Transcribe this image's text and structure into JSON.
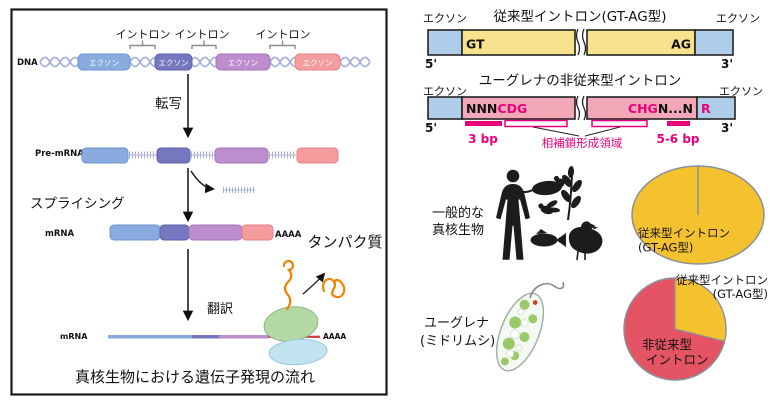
{
  "figure": {
    "left": {
      "dna": "DNA",
      "exon": "エクソン",
      "intron": "イントロン",
      "transcription": "転写",
      "pre_mrna": "Pre-mRNA",
      "splicing": "スプライシング",
      "mrna": "mRNA",
      "poly_a": "AAAA",
      "protein": "タンパク質",
      "translation": "翻訳",
      "caption": "真核生物における遺伝子発現の流れ"
    },
    "right": {
      "conventional_title": "従来型イントロン(GT-AG型)",
      "nonconventional_title": "ユーグレナの非従来型イントロン",
      "exon": "エクソン",
      "gt": "GT",
      "ag": "AG",
      "five_prime": "5'",
      "three_prime": "3'",
      "seq_left_black": "NNN",
      "seq_left_magenta": "CDG",
      "seq_right_magenta": "CHG",
      "seq_right_black": "N...N",
      "exon_r": "R",
      "bp3": "3 bp",
      "bp56": "5-6 bp",
      "complementary_region": "相補鎖形成領域",
      "generic_eukaryote_1": "一般的な",
      "generic_eukaryote_2": "真核生物",
      "euglena_1": "ユーグレナ",
      "euglena_2": "(ミドリムシ)",
      "pie1_label_1": "従来型イントロン",
      "pie1_label_2": "(GT-AG型)",
      "pie2_inner_1": "非従来型",
      "pie2_inner_2": "イントロン",
      "pie2_outer_1": "従来型イントロン",
      "pie2_outer_2": "(GT-AG型)"
    }
  },
  "colors": {
    "magenta_accent": "#e8007d",
    "exon_blue": "#aecde9",
    "intron_yellow": "#f7e28e",
    "intron_pink": "#f2a8b6",
    "pie_yellow": "#f4c22f",
    "pie_red": "#e45465",
    "dna_strand": "#a8b1da",
    "exon1_blue": "#8aabdf",
    "exon2_purple": "#7577bf",
    "exon3_magenta": "#bd8ecd",
    "exon4_pink": "#f49c9e",
    "protein_orange": "#ef8200",
    "ribosome_green": "#b5d9a5",
    "ribosome_blue": "#c2e4f0"
  },
  "chart_data": [
    {
      "type": "pie",
      "title": "一般的な真核生物",
      "labels": [
        "従来型イントロン(GT-AG型)"
      ],
      "values": [
        100
      ],
      "colors": [
        "#f4c22f"
      ],
      "legend_position": "inside"
    },
    {
      "type": "pie",
      "title": "ユーグレナ(ミドリムシ)",
      "labels": [
        "従来型イントロン(GT-AG型)",
        "非従来型イントロン"
      ],
      "values": [
        29,
        71
      ],
      "colors": [
        "#f4c22f",
        "#e45465"
      ],
      "legend_position": "inside"
    }
  ]
}
